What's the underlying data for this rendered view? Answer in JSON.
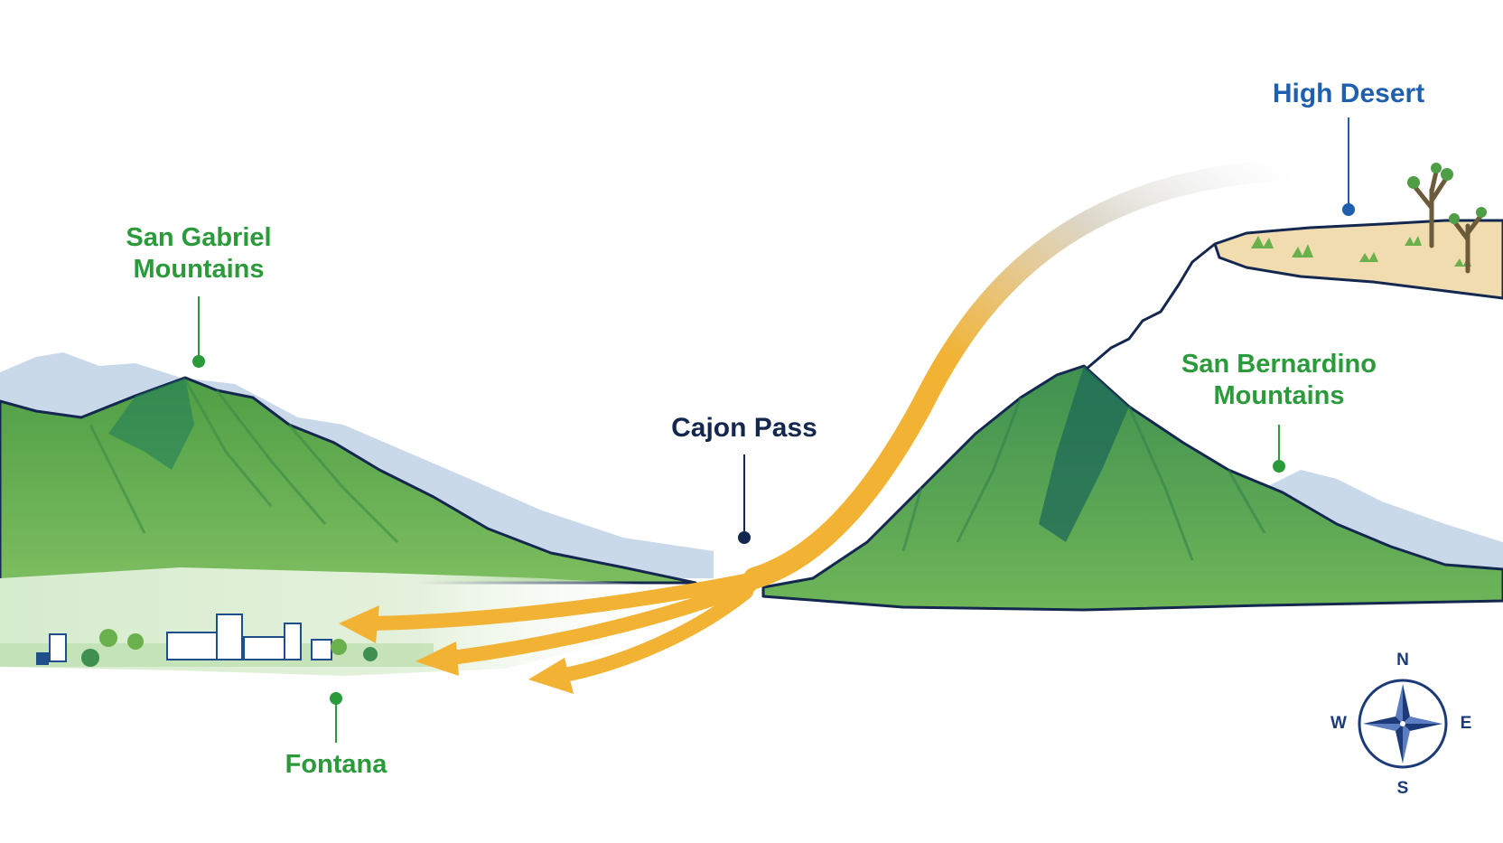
{
  "labels": {
    "san_gabriel_line1": "San Gabriel",
    "san_gabriel_line2": "Mountains",
    "cajon_pass": "Cajon Pass",
    "high_desert": "High Desert",
    "san_bernardino_line1": "San Bernardino",
    "san_bernardino_line2": "Mountains",
    "fontana": "Fontana"
  },
  "compass": {
    "north": "N",
    "south": "S",
    "east": "E",
    "west": "W"
  },
  "colors": {
    "mountain_green": "#5aa84a",
    "mountain_dark": "#1e7a5a",
    "outline_navy": "#14284f",
    "wind_orange": "#f2b233",
    "label_green": "#2a9a3a",
    "label_blue": "#1f5fae",
    "desert_sand": "#f0dcae"
  }
}
